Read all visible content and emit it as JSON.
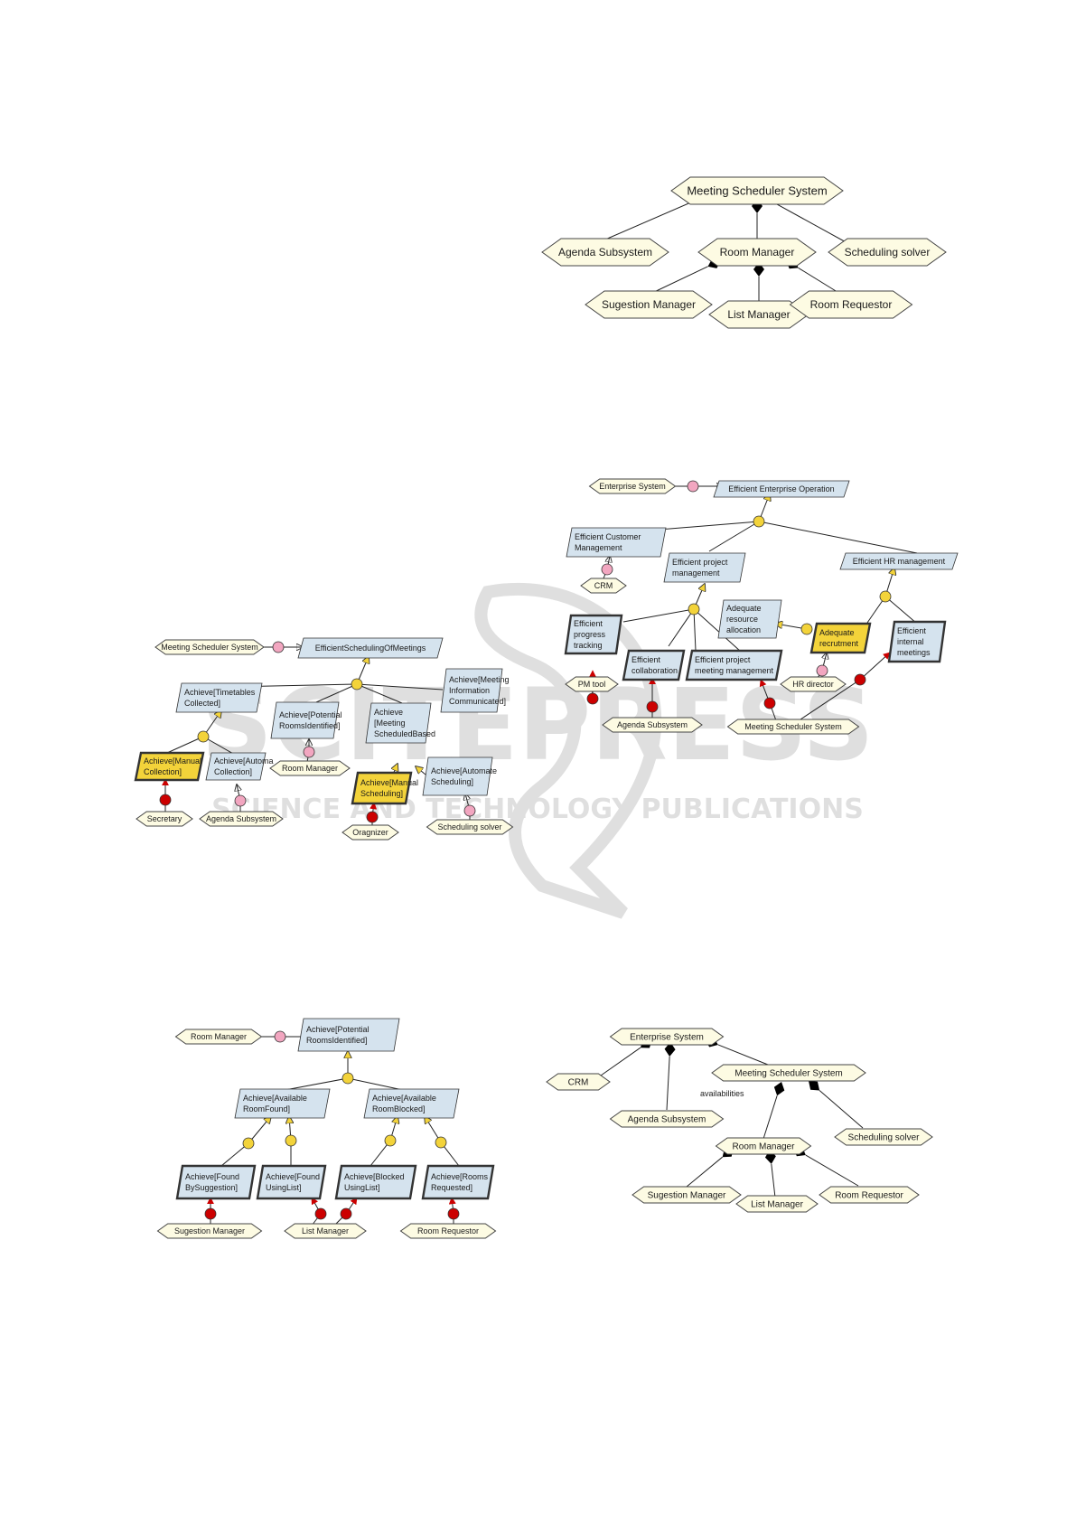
{
  "watermark": {
    "title": "SCITEPRESS",
    "subtitle": "SCIENCE AND TECHNOLOGY PUBLICATIONS"
  },
  "diagram1": {
    "root": "Meeting Scheduler System",
    "nodes": [
      "Agenda Subsystem",
      "Room Manager",
      "Scheduling solver",
      "Sugestion Manager",
      "List Manager",
      "Room Requestor"
    ]
  },
  "diagram2": {
    "agents": [
      "Enterprise System",
      "CRM",
      "PM tool",
      "HR director",
      "Agenda Subsystem",
      "Meeting Scheduler System"
    ],
    "goals": {
      "root": "Efficient Enterprise Operation",
      "crm": [
        "Efficient Customer",
        "Management"
      ],
      "project": [
        "Efficient project",
        "management"
      ],
      "hr": "Efficient HR management",
      "resource": [
        "Adequate",
        "resource",
        "allocation"
      ],
      "tracking": [
        "Efficient",
        "progress",
        "tracking"
      ],
      "collab": [
        "Efficient",
        "collaboration"
      ],
      "meeting": [
        "Efficient project",
        "meeting management"
      ],
      "recruit": [
        "Adequate",
        "recrutment"
      ],
      "internal": [
        "Efficient",
        "internal",
        "meetings"
      ]
    }
  },
  "diagram3": {
    "agents": [
      "Meeting Scheduler System",
      "Room Manager",
      "Secretary",
      "Agenda Subsystem",
      "Oragnizer",
      "Scheduling solver"
    ],
    "goals": {
      "root": "EfficientSchedulingOfMeetings",
      "timetables": [
        "Achieve[Timetables",
        "Collected]"
      ],
      "potential": [
        "Achieve[Potential",
        "RoomsIdentified]"
      ],
      "scheduled": [
        "Achieve",
        "[Meeting",
        "ScheduledBased"
      ],
      "info": [
        "Achieve[Meeting",
        "Information",
        "Communicated]"
      ],
      "manualColl": [
        "Achieve[Manual",
        "Collection]"
      ],
      "autoColl": [
        "Achieve[Automa",
        "Collection]"
      ],
      "manualSched": [
        "Achieve[Manual",
        "Scheduling]"
      ],
      "autoSched": [
        "Achieve[Automate",
        "Scheduling]"
      ]
    }
  },
  "diagram4": {
    "agents": [
      "Room Manager",
      "Sugestion Manager",
      "List Manager",
      "Room Requestor"
    ],
    "goals": {
      "root": [
        "Achieve[Potential",
        "RoomsIdentified]"
      ],
      "found": [
        "Achieve[Available",
        "RoomFound]"
      ],
      "blocked": [
        "Achieve[Available",
        "RoomBlocked]"
      ],
      "bySug": [
        "Achieve[Found",
        "BySuggestion]"
      ],
      "usingList": [
        "Achieve[Found",
        "UsingList]"
      ],
      "blockedList": [
        "Achieve[Blocked",
        "UsingList]"
      ],
      "requested": [
        "Achieve[Rooms",
        "Requested]"
      ]
    }
  },
  "diagram5": {
    "root": "Enterprise System",
    "nodes": [
      "CRM",
      "Agenda Subsystem",
      "Meeting Scheduler System",
      "Room Manager",
      "Scheduling solver",
      "Sugestion Manager",
      "List Manager",
      "Room Requestor"
    ],
    "edge_label": "availabilities"
  },
  "colors": {
    "agent_fill": "#fdfbe3",
    "goal_fill": "#d5e3ee",
    "requirement_fill": "#f3d33a",
    "refinement_circle": "#f3d33a",
    "responsibility_circle": "#cc0000",
    "assignment_circle": "#f2a6c0"
  }
}
